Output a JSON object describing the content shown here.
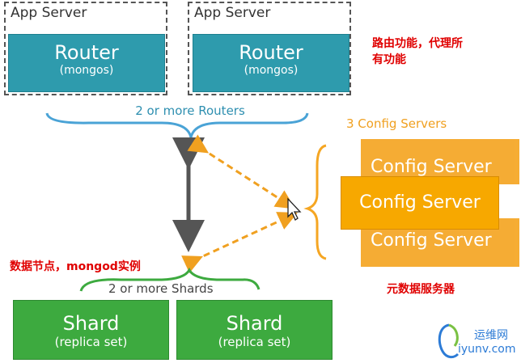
{
  "app_servers": [
    {
      "label": "App Server",
      "router_title": "Router",
      "router_sub": "(mongos)"
    },
    {
      "label": "App Server",
      "router_title": "Router",
      "router_sub": "(mongos)"
    }
  ],
  "routers_caption": "2 or more Routers",
  "router_note": [
    "路由功能，代理所",
    "有功能"
  ],
  "config_caption": "3 Config Servers",
  "config_servers": [
    "Config Server",
    "Config Server",
    "Config Server"
  ],
  "config_note": "元数据服务器",
  "data_note": "数据节点，mongod实例",
  "shards_caption": "2 or more Shards",
  "shards": [
    {
      "title": "Shard",
      "sub": "(replica set)"
    },
    {
      "title": "Shard",
      "sub": "(replica set)"
    }
  ],
  "watermark": {
    "cn": "运维网",
    "url": "iyunv.com"
  },
  "colors": {
    "router": "#2e9bad",
    "config": "#f7a800",
    "shard": "#3daa3f",
    "arrow_dashed": "#f0a020",
    "note_red": "#e00000"
  }
}
